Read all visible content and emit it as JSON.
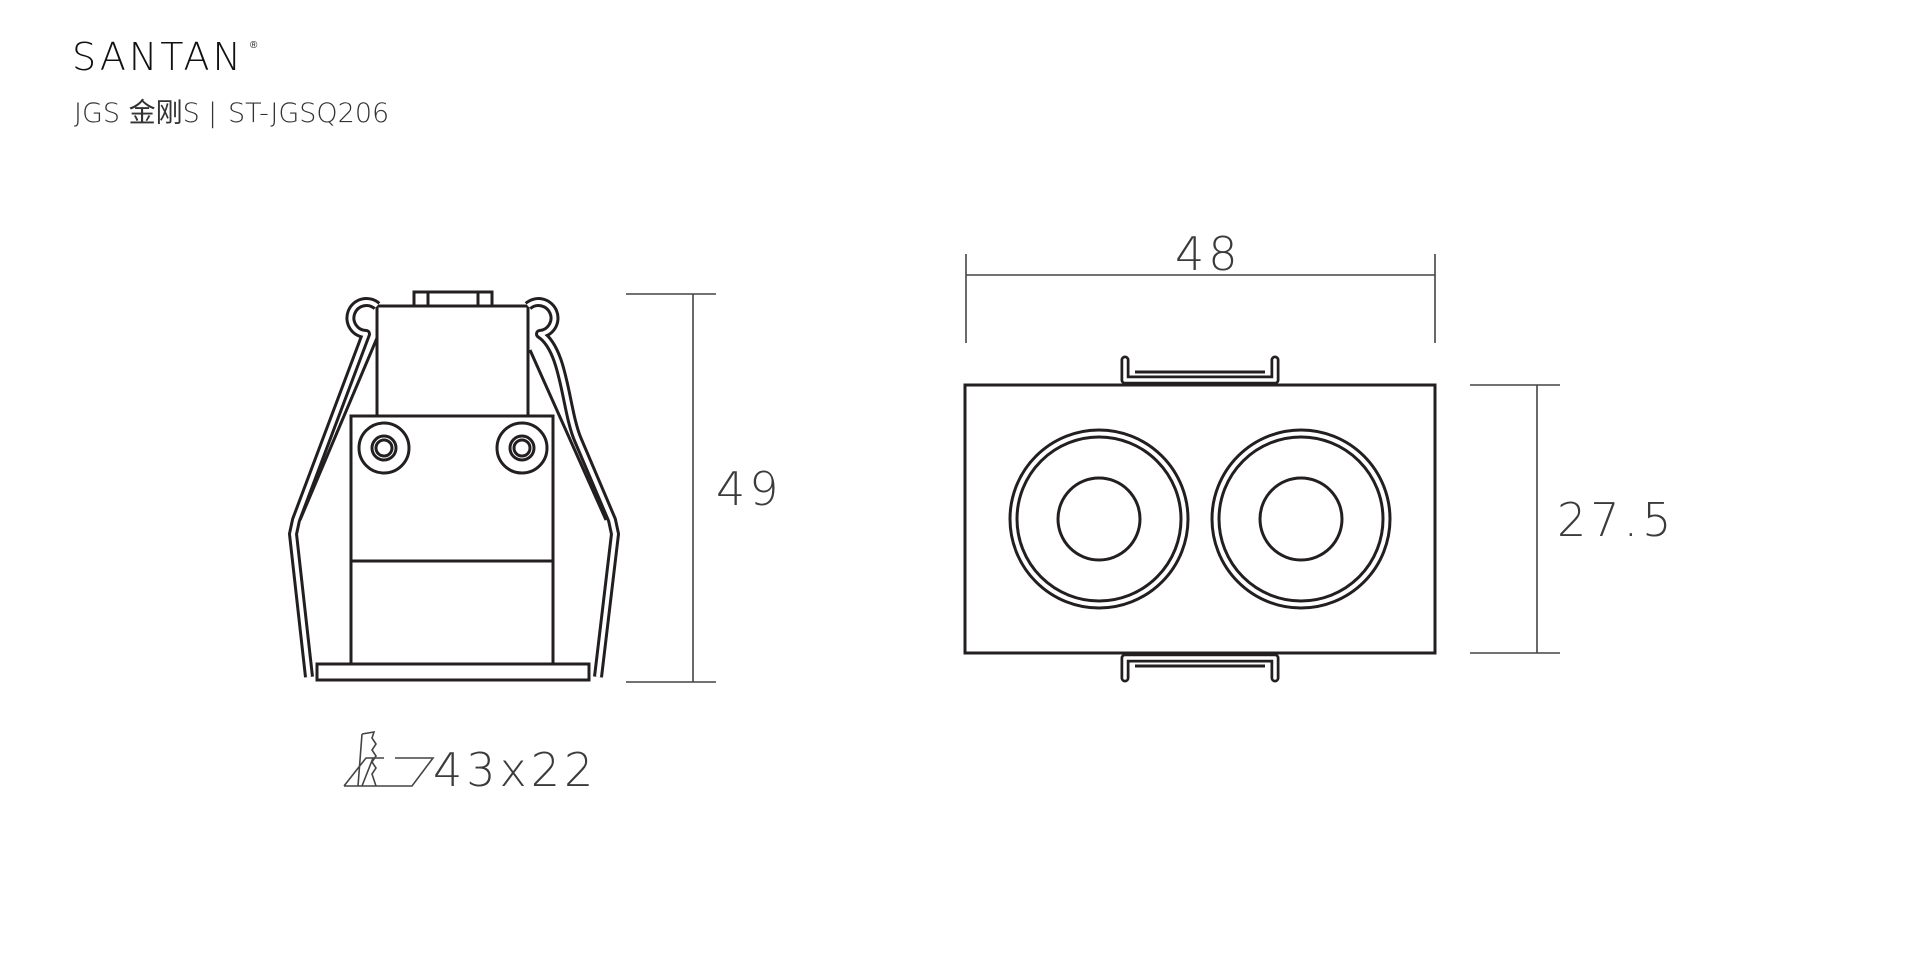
{
  "header": {
    "brand": "SANTAN",
    "brand_mark": "®",
    "series_logo": "JGS 金刚S",
    "separator": "|",
    "model": "ST-JGSQ206"
  },
  "side_view": {
    "height_label": "49",
    "cutout_label": "43x22",
    "cutout_icon": "ceiling-cutout-icon"
  },
  "top_view": {
    "width_label": "48",
    "depth_label": "27.5"
  },
  "colors": {
    "line": "#231f20",
    "dimension": "#444444"
  }
}
